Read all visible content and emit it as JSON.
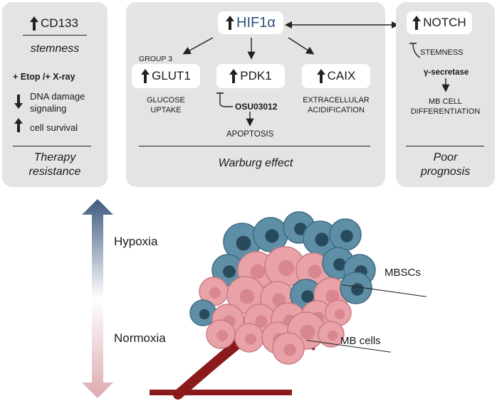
{
  "left_panel": {
    "cd133": "CD133",
    "stemness": "stemness",
    "treatment": "+ Etop /+ X-ray",
    "dna_damage": "DNA damage signaling",
    "dna_damage_line1": "DNA damage",
    "dna_damage_line2": "signaling",
    "cell_survival": "cell survival",
    "footer_line1": "Therapy",
    "footer_line2": "resistance"
  },
  "middle_panel": {
    "hif": "HIF1α",
    "group3": "GROUP 3",
    "glut1": "GLUT1",
    "pdk1": "PDK1",
    "caix": "CAIX",
    "glucose_line1": "GLUCOSE",
    "glucose_line2": "UPTAKE",
    "osu": "OSU03012",
    "apoptosis": "APOPTOSIS",
    "extra_line1": "EXTRACELLULAR",
    "extra_line2": "ACIDIFICATION",
    "footer": "Warburg effect"
  },
  "right_panel": {
    "notch": "NOTCH",
    "stemness": "STEMNESS",
    "gamma": "γ-secretase",
    "diff_line1": "MB CELL",
    "diff_line2": "DIFFERENTIATION",
    "footer_line1": "Poor",
    "footer_line2": "prognosis"
  },
  "gradient_scale": {
    "top_label": "Hypoxia",
    "bottom_label": "Normoxia",
    "top_color": "#3d5a80",
    "bottom_color": "#dcaab0"
  },
  "tumor": {
    "mbscs_label": "MBSCs",
    "mb_cells_label": "MB cells",
    "stem_cell_color": "#5f8fa6",
    "mb_cell_color": "#e9a3a8",
    "vessel_color": "#8b1a1a"
  }
}
